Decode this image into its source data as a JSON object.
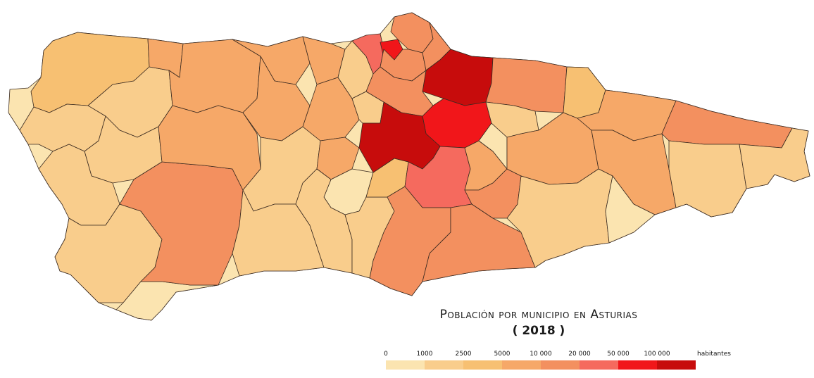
{
  "map": {
    "title": "Población por municipio en Asturias",
    "subtitle": "( 2018 )",
    "legend": {
      "labels": [
        "0",
        "1000",
        "2500",
        "5000",
        "10 000",
        "20 000",
        "50 000",
        "100 000"
      ],
      "unit": "habitantes",
      "colors": [
        "#fbe4b0",
        "#f9cd8c",
        "#f7c072",
        "#f6a868",
        "#f3905f",
        "#f56a5e",
        "#f1161a",
        "#c70c0c"
      ]
    }
  }
}
